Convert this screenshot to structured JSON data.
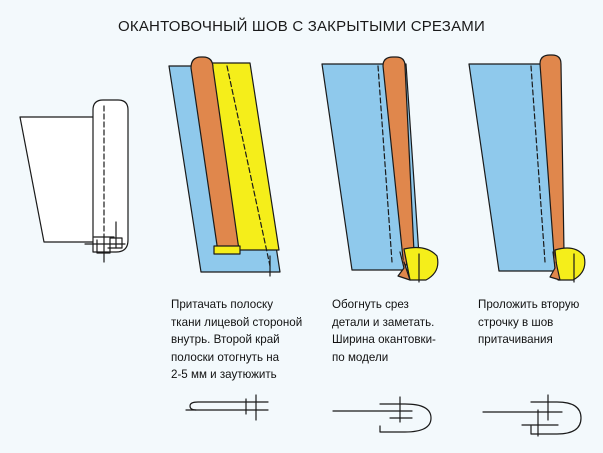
{
  "title": "ОКАНТОВОЧНЫЙ ШОВ С ЗАКРЫТЫМИ СРЕЗАМИ",
  "steps": [
    {
      "caption": "Притачать полоску\nткани лицевой стороной\nвнутрь. Второй край\nполоски отогнуть на\n2-5 мм и заутюжить"
    },
    {
      "caption": "Обогнуть срез\nдетали и заметать.\nШирина окантовки-\nпо модели"
    },
    {
      "caption": "Проложить вторую\nстрочку в шов\nпритачивания"
    }
  ],
  "colors": {
    "fabric": "#8fc9ec",
    "strip": "#e0874c",
    "strip_underside": "#f5ee1a",
    "outline": "#1a1a1a",
    "background": "#f3f9fc"
  }
}
